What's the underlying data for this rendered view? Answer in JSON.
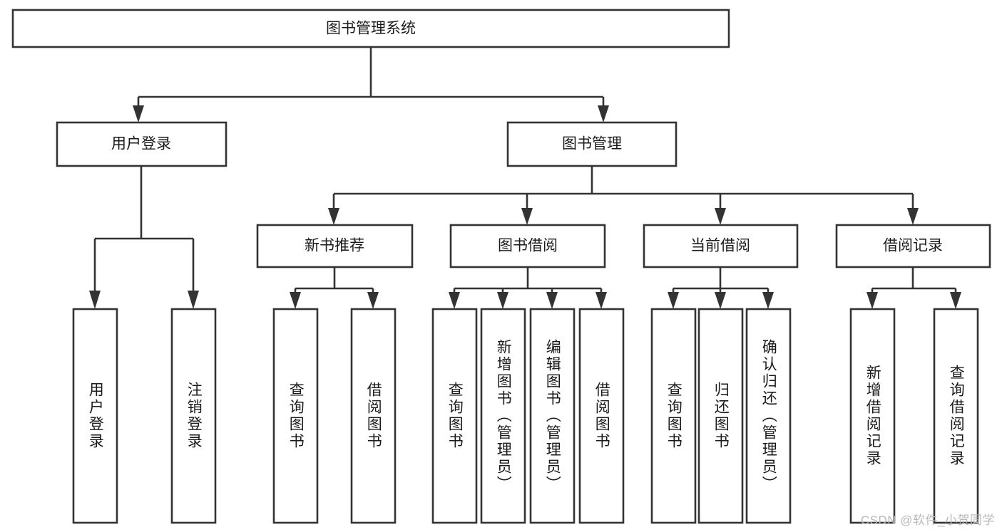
{
  "diagram": {
    "title": "图书管理系统",
    "type": "tree-hierarchy",
    "root": {
      "label": "图书管理系统"
    },
    "level2": [
      {
        "label": "用户登录"
      },
      {
        "label": "图书管理"
      }
    ],
    "level3": [
      {
        "label": "新书推荐"
      },
      {
        "label": "图书借阅"
      },
      {
        "label": "当前借阅"
      },
      {
        "label": "借阅记录"
      }
    ],
    "leaves": {
      "user_login": [
        {
          "label": "用户登录"
        },
        {
          "label": "注销登录"
        }
      ],
      "new_book_recommend": [
        {
          "label": "查询图书"
        },
        {
          "label": "借阅图书"
        }
      ],
      "book_borrow": [
        {
          "label": "查询图书"
        },
        {
          "label": "新增图书（管理员）"
        },
        {
          "label": "编辑图书（管理员）"
        },
        {
          "label": "借阅图书"
        }
      ],
      "current_borrow": [
        {
          "label": "查询图书"
        },
        {
          "label": "归还图书"
        },
        {
          "label": "确认归还（管理员）"
        }
      ],
      "borrow_record": [
        {
          "label": "新增借阅记录"
        },
        {
          "label": "查询借阅记录"
        }
      ]
    }
  },
  "watermark": {
    "text": "CSDN @软件_小贺同学"
  },
  "colors": {
    "stroke": "#333333",
    "box_fill": "#ffffff",
    "text": "#1a1a1a",
    "background": "#ffffff",
    "watermark": "#b9b9b9"
  }
}
